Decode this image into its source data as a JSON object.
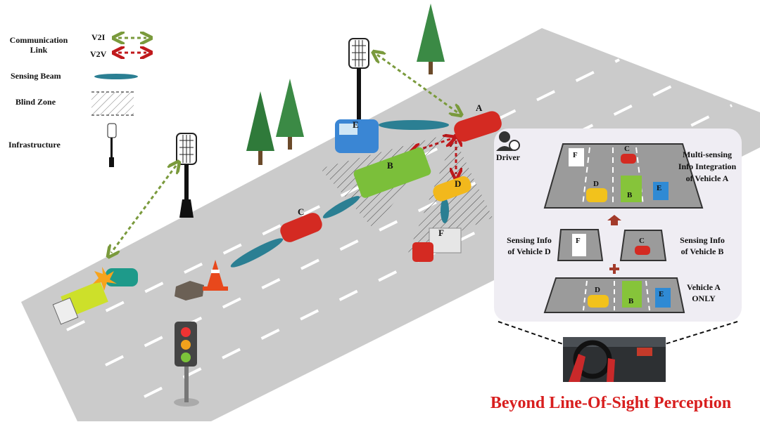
{
  "legend": {
    "communication_link": [
      "Communication",
      "Link"
    ],
    "v2i": "V2I",
    "v2v": "V2V",
    "sensing_beam": "Sensing Beam",
    "blind_zone": "Blind Zone",
    "infrastructure": "Infrastructure"
  },
  "vehicles": {
    "a": "A",
    "b": "B",
    "c": "C",
    "d": "D",
    "e": "E",
    "f": "F"
  },
  "driver": "Driver",
  "panel": {
    "integration": [
      "Multi-sensing",
      "Info Integration",
      "of Vehicle A"
    ],
    "sensing_d": [
      "Sensing Info",
      "of Vehicle D"
    ],
    "sensing_b": [
      "Sensing Info",
      "of Vehicle B"
    ],
    "vehicle_a_only": [
      "Vehicle A",
      "ONLY"
    ]
  },
  "title": "Beyond Line-Of-Sight Perception",
  "colors": {
    "v2i": "#7a9a3c",
    "v2v": "#c0191c",
    "beam": "#2b7f93",
    "title": "#d81e1e",
    "panel": "#efedf3",
    "road": "#c9c9c9"
  }
}
